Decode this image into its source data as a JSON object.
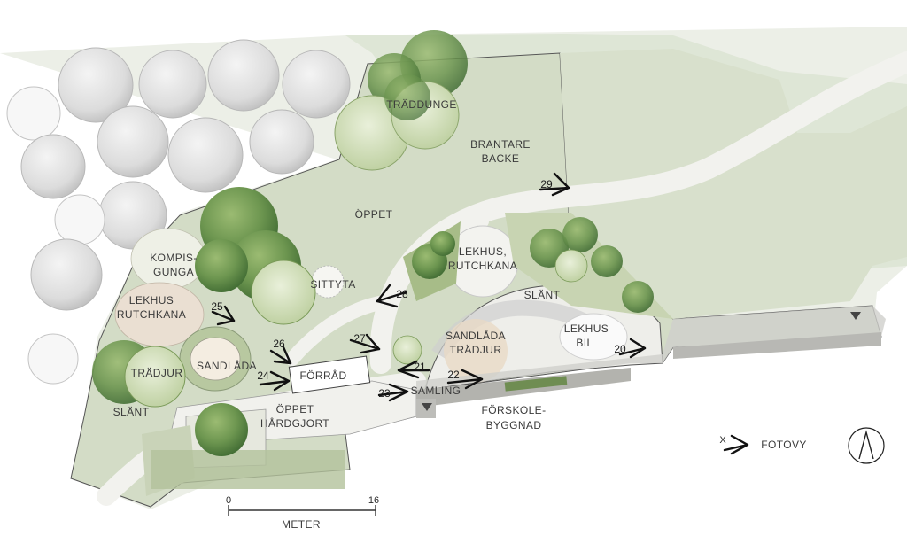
{
  "labels": {
    "traddunge": "TRÄDDUNGE",
    "brantare": "BRANTARE",
    "backe": "BACKE",
    "oppet": "ÖPPET",
    "kompis": "KOMPIS-",
    "gunga": "GUNGA",
    "lekhus_l1": "LEKHUS",
    "rutchkana_l": "RUTCHKANA",
    "sittyta": "SITTYTA",
    "sandlada": "SANDLÅDA",
    "tradjur": "TRÄDJUR",
    "slant_left": "SLÄNT",
    "forrad": "FÖRRÅD",
    "oppet2": "ÖPPET",
    "hardgjort": "HÅRDGJORT",
    "lekhus_c": "LEKHUS,",
    "rutchkana_c": "RUTCHKANA",
    "slant_right": "SLÄNT",
    "sandlada2": "SANDLÅDA",
    "tradjur2": "TRÄDJUR",
    "lekhus_r": "LEKHUS",
    "bil": "BIL",
    "samling": "SAMLING",
    "forskole": "FÖRSKOLE-",
    "byggnad": "BYGGNAD"
  },
  "viewpoints": [
    "20",
    "21",
    "22",
    "23",
    "24",
    "25",
    "26",
    "27",
    "28",
    "29"
  ],
  "legend": {
    "symbol_label": "X",
    "text": "FOTOVY"
  },
  "scale": {
    "start": "0",
    "end": "16",
    "unit": "METER"
  },
  "colors": {
    "grass": "#d3dcc6",
    "path": "#f0f0ec",
    "tree_dark": "#5f8a45",
    "grey_tree": "#d6d6d6"
  }
}
